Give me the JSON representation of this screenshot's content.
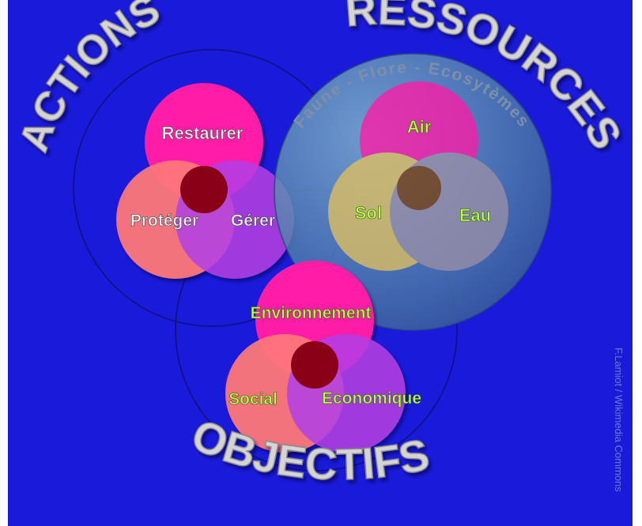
{
  "titles": {
    "actions": "ACTIONS",
    "ressources": "RESSOURCES",
    "objectifs": "OBJECTIFS"
  },
  "ressources_arc_text": "Faune - Flore - Ecosytèmes",
  "actions_group": {
    "top": "Restaurer",
    "left": "Protéger",
    "right": "Gérer"
  },
  "ressources_group": {
    "top": "Air",
    "left": "Sol",
    "right": "Eau"
  },
  "objectifs_group": {
    "top": "Environnement",
    "left": "Social",
    "right": "Economique"
  },
  "credit": "F.Lamiot / Wikimedia Commons",
  "colors": {
    "background": "#1a1adb",
    "circle_top": "#ff1aa6",
    "circle_left": "#ff7a7a",
    "circle_right": "#b23fe6",
    "center": "#8a0018",
    "label_white": "#f2f2f2",
    "label_green": "#b8ff4a",
    "sphere": "#5f95b5"
  }
}
